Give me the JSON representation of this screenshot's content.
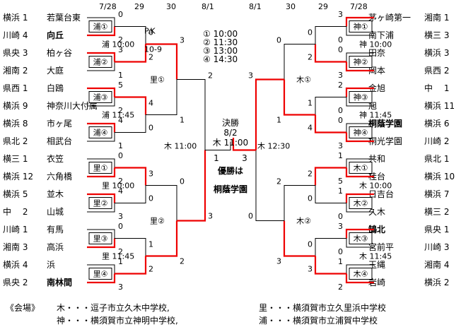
{
  "dates_left": [
    "7/28",
    "29",
    "30",
    "8/1"
  ],
  "dates_right": [
    "8/1",
    "30",
    "29",
    "7/28"
  ],
  "left_teams": [
    {
      "region": "横浜 1",
      "name": "若葉台東",
      "bold": false
    },
    {
      "region": "川崎 4",
      "name": "向丘",
      "bold": true
    },
    {
      "region": "県央 3",
      "name": "柏ヶ谷",
      "bold": false
    },
    {
      "region": "湘南 2",
      "name": "大庭",
      "bold": false
    },
    {
      "region": "県西 1",
      "name": "白鴎",
      "bold": false
    },
    {
      "region": "横浜 9",
      "name": "神奈川大付属",
      "bold": false
    },
    {
      "region": "横浜 8",
      "name": "市ヶ尾",
      "bold": false
    },
    {
      "region": "県北 2",
      "name": "相武台",
      "bold": false
    },
    {
      "region": "横三 1",
      "name": "衣笠",
      "bold": false
    },
    {
      "region": "横浜 12",
      "name": "六角橋",
      "bold": false
    },
    {
      "region": "横浜 5",
      "name": "並木",
      "bold": false
    },
    {
      "region": "中　 2",
      "name": "山城",
      "bold": false
    },
    {
      "region": "川崎 1",
      "name": "有馬",
      "bold": false
    },
    {
      "region": "湘南 3",
      "name": "高浜",
      "bold": false
    },
    {
      "region": "横浜 4",
      "name": "浜",
      "bold": false
    },
    {
      "region": "県央 2",
      "name": "南林間",
      "bold": true
    }
  ],
  "right_teams": [
    {
      "name": "茅ヶ崎第一",
      "region": "湘南 1",
      "bold": false
    },
    {
      "name": "南下浦",
      "region": "横三 3",
      "bold": false
    },
    {
      "name": "田奈",
      "region": "横浜 3",
      "bold": false
    },
    {
      "name": "岡本",
      "region": "県西 2",
      "bold": false
    },
    {
      "name": "金旭",
      "region": "中　 1",
      "bold": false
    },
    {
      "name": "旭",
      "region": "横浜 11",
      "bold": false
    },
    {
      "name": "桐蔭学園",
      "region": "横浜 6",
      "bold": true
    },
    {
      "name": "桐光学園",
      "region": "川崎 2",
      "bold": false
    },
    {
      "name": "共和",
      "region": "県北 1",
      "bold": false
    },
    {
      "name": "桂台",
      "region": "横浜 10",
      "bold": false
    },
    {
      "name": "日吉台",
      "region": "横浜 7",
      "bold": false
    },
    {
      "name": "久木",
      "region": "横三 2",
      "bold": false
    },
    {
      "name": "鵠北",
      "region": "県央 1",
      "bold": true
    },
    {
      "name": "宮前平",
      "region": "川崎 3",
      "bold": false
    },
    {
      "name": "玉縄",
      "region": "湘南 4",
      "bold": false
    },
    {
      "name": "岩崎",
      "region": "横浜 2",
      "bold": false
    }
  ],
  "left_r1": [
    {
      "venue": "浦①",
      "top": "0",
      "bottom": "2",
      "win": "bottom"
    },
    {
      "venue": "浦②",
      "top": "3",
      "bottom": "1",
      "win": "top"
    },
    {
      "venue": "浦③",
      "top": "5",
      "bottom": "2",
      "win": "top"
    },
    {
      "venue": "浦④",
      "top": "4",
      "bottom": "1",
      "win": "top"
    },
    {
      "venue": "里①",
      "top": "0",
      "bottom": "2",
      "win": "bottom"
    },
    {
      "venue": "里②",
      "top": "4",
      "bottom": "3",
      "win": "top"
    },
    {
      "venue": "里③",
      "top": "0",
      "bottom": "2",
      "win": "bottom"
    },
    {
      "venue": "里④",
      "top": "1",
      "bottom": "3",
      "win": "bottom"
    }
  ],
  "left_r2": [
    {
      "label": "浦 10:00",
      "top": "0",
      "bottom": "2",
      "win": "bottom",
      "note": "P.K",
      "note2": "10-9"
    },
    {
      "label": "浦 11:45",
      "top": "4",
      "bottom": "0",
      "win": "top"
    },
    {
      "label": "里 10:00",
      "top": "3",
      "bottom": "0",
      "win": "top"
    },
    {
      "label": "里 11:45",
      "top": "1",
      "bottom": "2",
      "win": "bottom"
    }
  ],
  "left_r3": [
    {
      "label": "里①",
      "top": "3",
      "bottom": "1",
      "win": "top"
    },
    {
      "label": "里②",
      "top": "0",
      "bottom": "2",
      "win": "bottom"
    }
  ],
  "left_r4": {
    "top": "2",
    "bottom": "3",
    "win": "bottom"
  },
  "right_r1": [
    {
      "venue": "神①",
      "top": "3",
      "bottom": "0",
      "win": "top"
    },
    {
      "venue": "神②",
      "top": "0",
      "bottom": "3",
      "win": "bottom"
    },
    {
      "venue": "神③",
      "top": "2",
      "bottom": "0",
      "win": "top"
    },
    {
      "venue": "神④",
      "top": "0",
      "bottom": "3",
      "win": "bottom"
    },
    {
      "venue": "木①",
      "top": "1",
      "bottom": "5",
      "win": "bottom"
    },
    {
      "venue": "木②",
      "top": "1",
      "bottom": "0",
      "win": "top"
    },
    {
      "venue": "木③",
      "top": "3",
      "bottom": "0",
      "win": "top"
    },
    {
      "venue": "木④",
      "top": "1",
      "bottom": "2",
      "win": "bottom"
    }
  ],
  "right_r2": [
    {
      "label": "神 10:00",
      "top": "0",
      "bottom": "2",
      "win": "bottom"
    },
    {
      "label": "神 11:45",
      "top": "1",
      "bottom": "4",
      "win": "bottom"
    },
    {
      "label": "木 10:00",
      "top": "2",
      "bottom": "0",
      "win": "top"
    },
    {
      "label": "木 11:45",
      "top": "0",
      "bottom": "3",
      "win": "bottom"
    }
  ],
  "right_r3": [
    {
      "label": "木①",
      "top": "0",
      "bottom": "1",
      "win": "bottom"
    },
    {
      "label": "木②",
      "top": "2",
      "bottom": "3",
      "win": "bottom"
    }
  ],
  "right_r4": {
    "top": "3",
    "bottom": "0",
    "win": "top"
  },
  "schedule": [
    "① 10:00",
    "② 11:30",
    "③ 13:00",
    "④ 14:30"
  ],
  "semi_left": "木 11:00",
  "semi_right": "木 12:30",
  "final": {
    "title": "決勝",
    "date": "8/2",
    "time": "木 11:00",
    "score_left": "1",
    "score_right": "3",
    "winner_line1": "優勝は",
    "winner_line2": "桐蔭学園"
  },
  "legend": {
    "label": "《会場》",
    "ki": "木・・・逗子市立久木中学校,",
    "kami": "神・・・横須賀市立神明中学校,",
    "sato": "里・・・横須賀市立久里浜中学校",
    "ura": "浦・・・横須賀市立浦賀中学校"
  },
  "colors": {
    "win": "#ee0000",
    "lose": "#000000"
  }
}
